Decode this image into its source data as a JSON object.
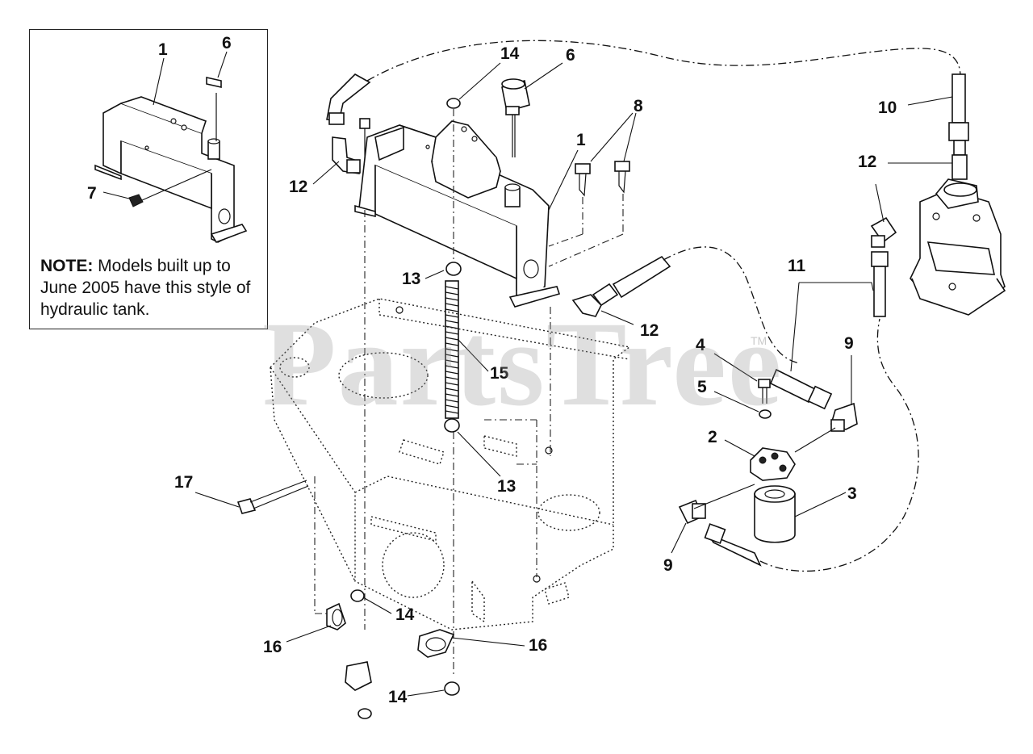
{
  "note": {
    "label": "NOTE:",
    "text": " Models built up to June 2005 have this style of hydraulic tank."
  },
  "watermark": {
    "text": "PartsTree",
    "trademark": "TM"
  },
  "callouts": {
    "inset_1": "1",
    "inset_6": "6",
    "inset_7": "7",
    "c1": "1",
    "c2": "2",
    "c3": "3",
    "c4": "4",
    "c5": "5",
    "c6": "6",
    "c8": "8",
    "c9a": "9",
    "c9b": "9",
    "c10": "10",
    "c11": "11",
    "c12a": "12",
    "c12b": "12",
    "c12c": "12",
    "c13a": "13",
    "c13b": "13",
    "c14a": "14",
    "c14b": "14",
    "c14c": "14",
    "c15": "15",
    "c16a": "16",
    "c16b": "16",
    "c17": "17"
  }
}
